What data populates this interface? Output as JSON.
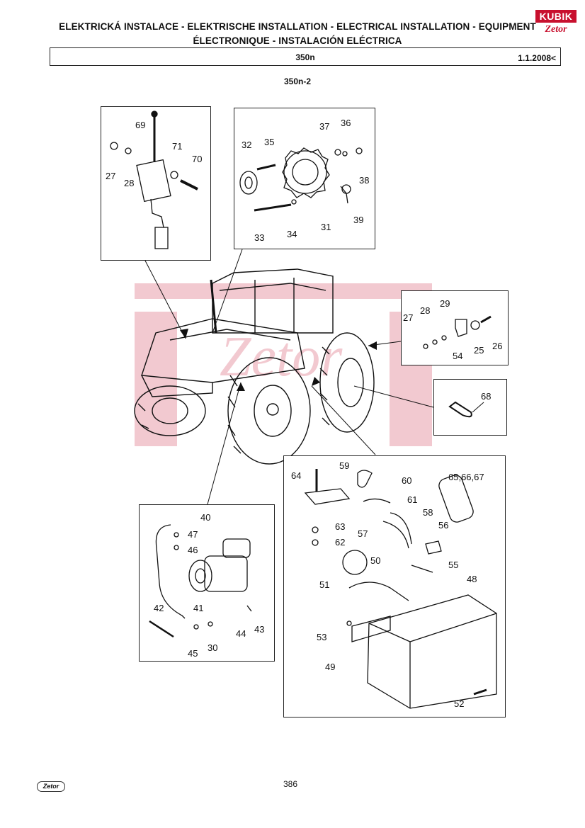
{
  "header": {
    "title_line1": "ELEKTRICKÁ INSTALACE - ELEKTRISCHE INSTALLATION - ELECTRICAL INSTALLATION - EQUIPMENT",
    "title_line2": "ÉLECTRONIQUE - INSTALACIÓN ELÉCTRICA",
    "model": "350n",
    "date": "1.1.2008<",
    "section": "350n-2"
  },
  "logo": {
    "top": "KUBIK",
    "bottom": "Zetor"
  },
  "footer": {
    "logo": "Zetor",
    "page": "386"
  },
  "panels": {
    "regulator": {
      "labels": [
        "69",
        "71",
        "70",
        "27",
        "28"
      ]
    },
    "alternator": {
      "labels": [
        "37",
        "36",
        "32",
        "35",
        "38",
        "39",
        "33",
        "34",
        "31"
      ]
    },
    "bracket": {
      "labels": [
        "29",
        "27",
        "28",
        "25",
        "26",
        "54"
      ]
    },
    "clip": {
      "labels": [
        "68"
      ]
    },
    "starter": {
      "labels": [
        "40",
        "47",
        "46",
        "42",
        "41",
        "44",
        "43",
        "45",
        "30"
      ]
    },
    "battery": {
      "labels": [
        "64",
        "59",
        "60",
        "61",
        "65,66,67",
        "58",
        "63",
        "57",
        "62",
        "56",
        "51",
        "50",
        "55",
        "48",
        "53",
        "49",
        "52"
      ]
    }
  },
  "colors": {
    "line": "#111111",
    "watermark": "#c8102e"
  }
}
